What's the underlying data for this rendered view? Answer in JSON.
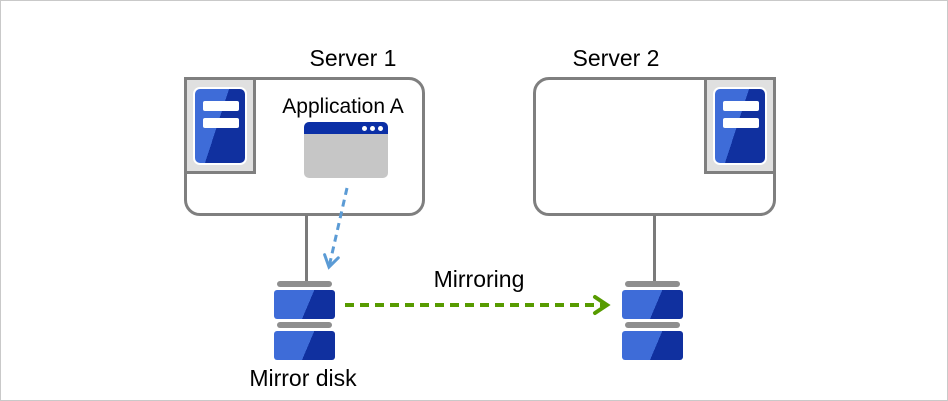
{
  "colors": {
    "frame-border": "#c9c9c9",
    "box-border": "#7f7f7f",
    "icon-box-bg": "#e0e0e0",
    "server-blue-dark": "#10309f",
    "server-blue-light": "#3e6cd8",
    "window-titlebar": "#0b2fa6",
    "window-body": "#c6c6c6",
    "disk-cap-gray": "#8e8e8e",
    "connector-gray": "#7a7a7a",
    "app-arrow-blue": "#5b9bd5",
    "mirror-arrow-green": "#579b00",
    "label-text": "#000000"
  },
  "nodes": {
    "server1": {
      "label": "Server 1",
      "icon": "server-tower-icon"
    },
    "server2": {
      "label": "Server 2",
      "icon": "server-tower-icon"
    },
    "application": {
      "label": "Application A",
      "icon": "app-window-icon"
    },
    "mirror_disk_left": {
      "label": "Mirror disk",
      "icon": "disk-stack-icon"
    },
    "mirror_disk_right": {
      "label": "",
      "icon": "disk-stack-icon"
    }
  },
  "edges": {
    "mirroring": {
      "label": "Mirroring",
      "style": "green-dashed-arrow",
      "from": "mirror_disk_left",
      "to": "mirror_disk_right"
    },
    "app_to_disk": {
      "label": "",
      "style": "blue-dashed-arrow",
      "from": "application",
      "to": "mirror_disk_left"
    }
  }
}
